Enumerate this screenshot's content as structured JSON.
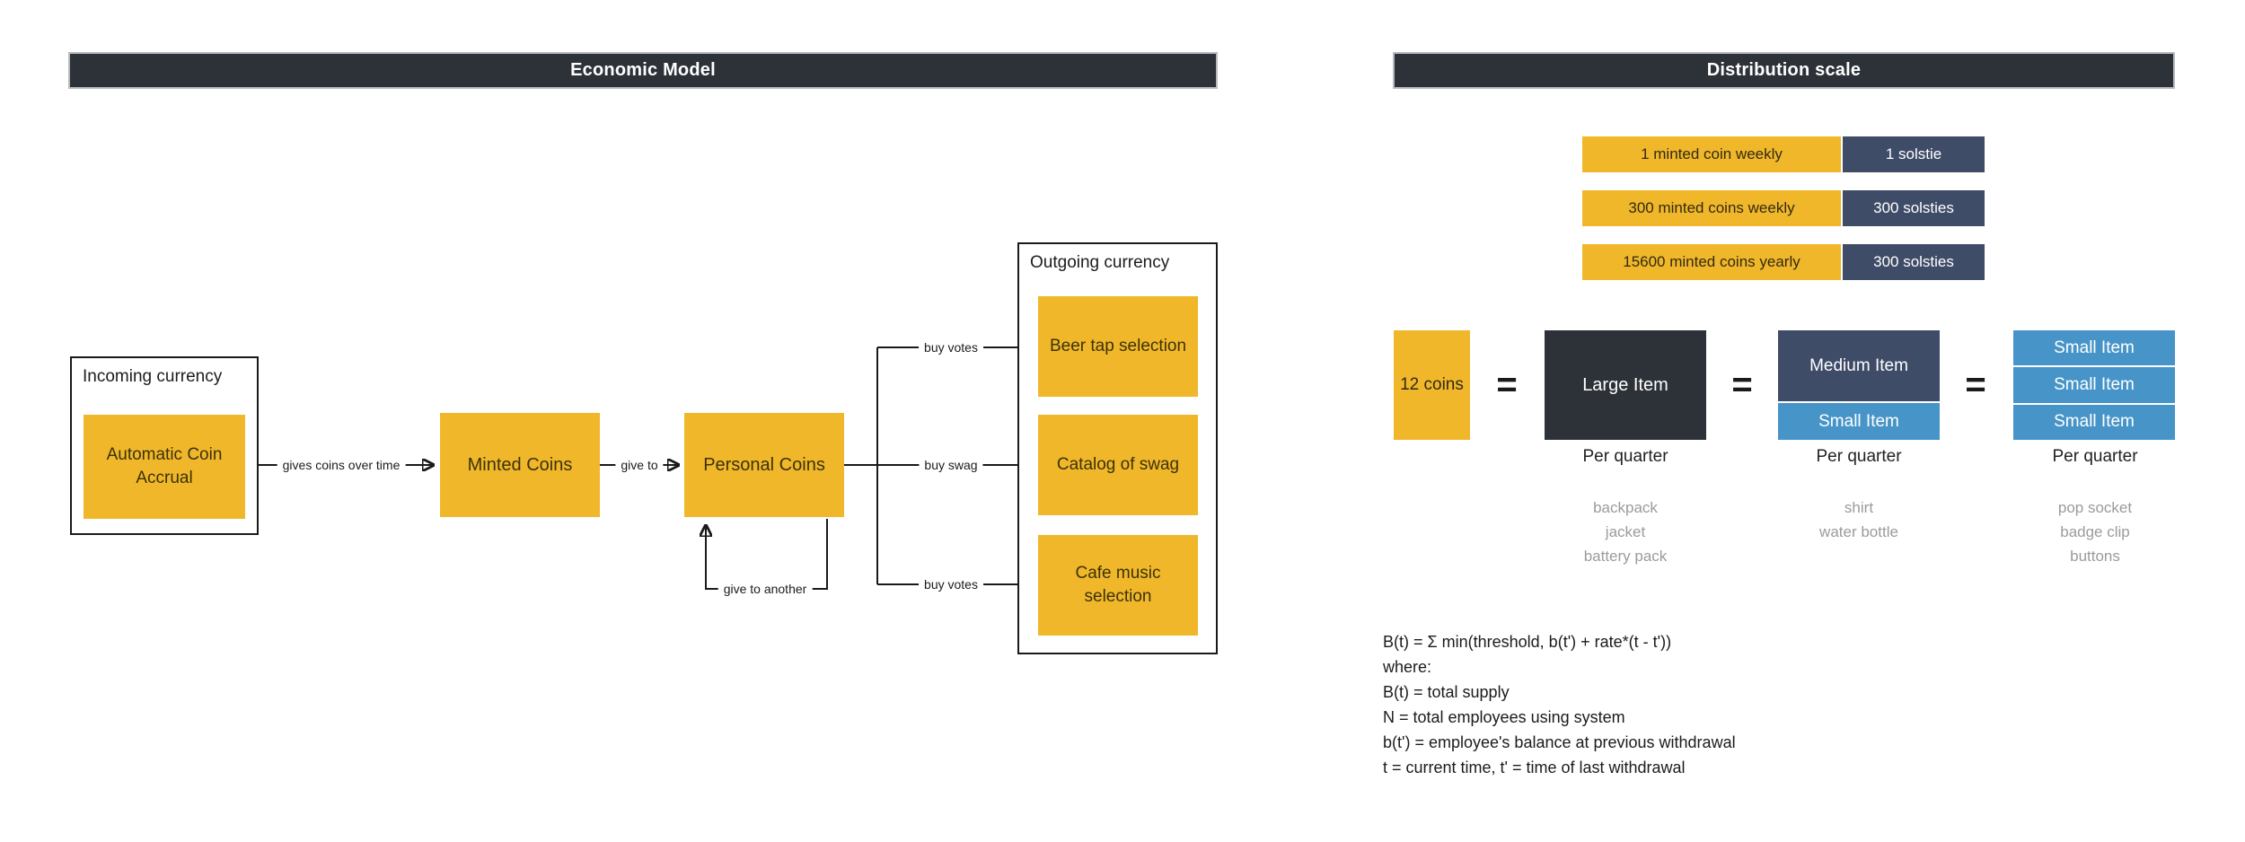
{
  "economic": {
    "title": "Economic Model",
    "incoming_group": "Incoming currency",
    "outgoing_group": "Outgoing currency",
    "nodes": {
      "accrual": "Automatic Coin Accrual",
      "minted": "Minted Coins",
      "personal": "Personal Coins",
      "beer": "Beer tap selection",
      "swag": "Catalog of swag",
      "cafe": "Cafe music selection"
    },
    "edges": {
      "gives_coins": "gives coins over time",
      "give_to": "give to",
      "buy_votes_top": "buy votes",
      "buy_swag": "buy swag",
      "buy_votes_bottom": "buy votes",
      "give_to_another": "give to another"
    }
  },
  "distribution": {
    "title": "Distribution scale",
    "rows": [
      {
        "coins": "1 minted coin weekly",
        "value": "1 solstie"
      },
      {
        "coins": "300 minted coins weekly",
        "value": "300 solsties"
      },
      {
        "coins": "15600 minted coins yearly",
        "value": "300 solsties"
      }
    ],
    "equivalence": {
      "coins": "12 coins",
      "equals": "=",
      "large": "Large Item",
      "medium": "Medium Item",
      "small": "Small Item",
      "per_quarter": "Per quarter",
      "examples": {
        "large": [
          "backpack",
          "jacket",
          "battery pack"
        ],
        "medium": [
          "shirt",
          "water bottle"
        ],
        "small": [
          "pop socket",
          "badge clip",
          "buttons"
        ]
      }
    },
    "formula_lines": [
      "B(t) = Σ min(threshold, b(t') + rate*(t - t'))",
      "where:",
      "B(t) = total supply",
      "N = total employees using system",
      "b(t') = employee's balance at previous withdrawal",
      "t = current time, t' = time of last withdrawal"
    ]
  },
  "colors": {
    "header_bg": "#2d3138",
    "yellow": "#f0b72b",
    "yellow_text": "#3c3208",
    "slate": "#3f4c68",
    "blue": "#4795c8",
    "dark_box": "#2d3138",
    "line": "#1a1a1a",
    "muted": "#9b9b9b"
  }
}
